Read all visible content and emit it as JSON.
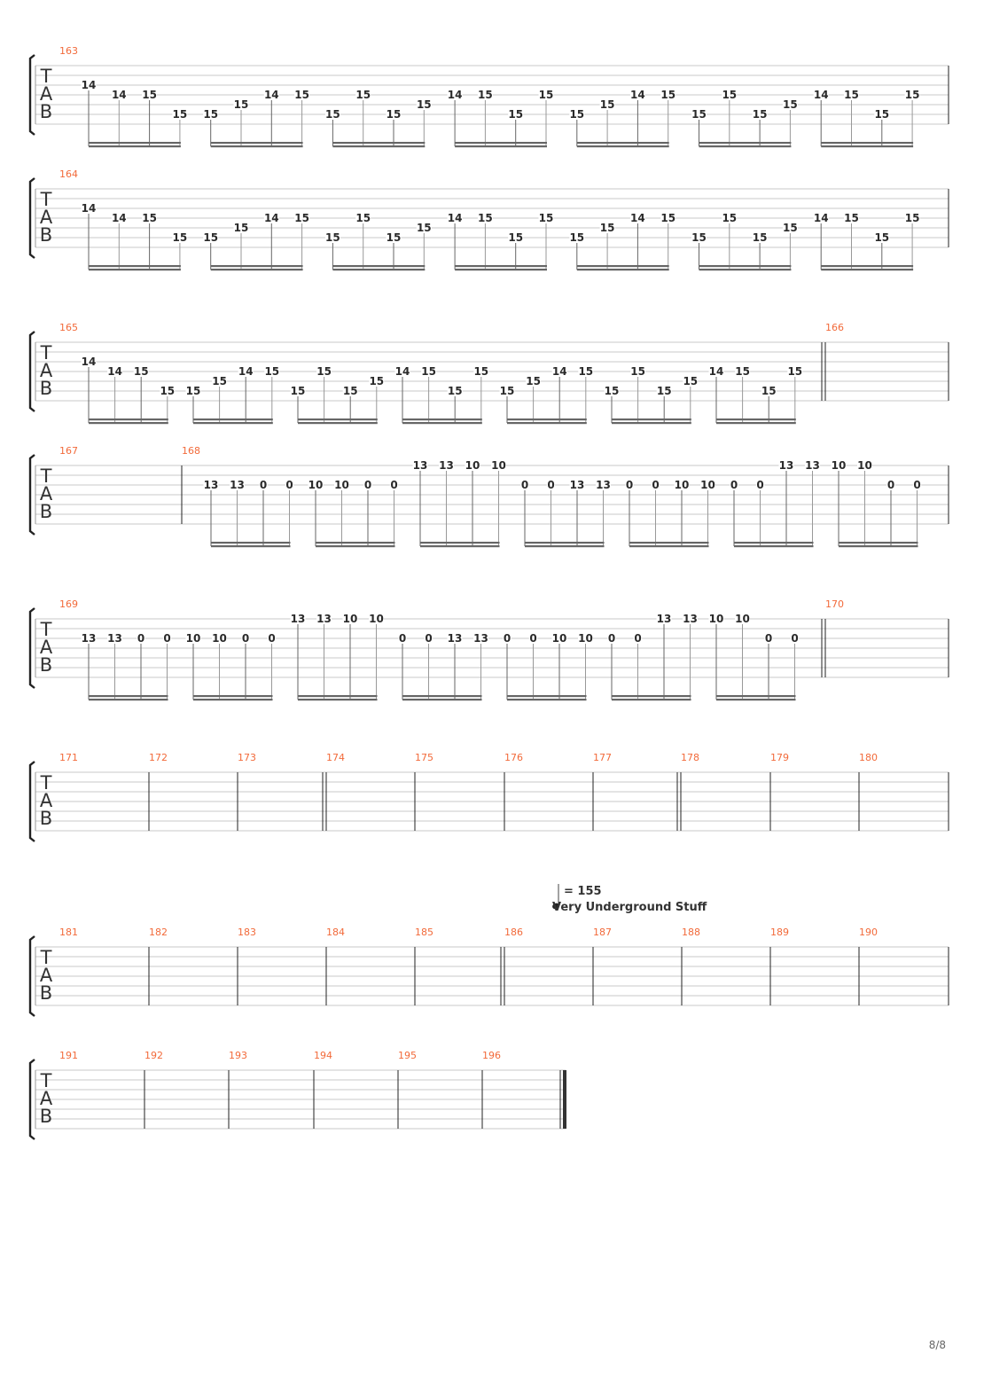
{
  "page": {
    "number_label": "8/8"
  },
  "colors": {
    "measure_number": "#f26a3a",
    "staff_line": "#c8c8c8",
    "barline": "#222222",
    "note_text": "#2a2a2a",
    "beam": "#666666"
  },
  "tab_clef": [
    "T",
    "A",
    "B"
  ],
  "tempo": {
    "symbol": "quarter-note-icon",
    "text": "= 155",
    "section": "Very Underground Stuff"
  },
  "systems": [
    {
      "measures": [
        {
          "number": "163",
          "type": "notes"
        }
      ],
      "groups": [
        [
          [
            "14",
            3
          ],
          [
            "14",
            4
          ],
          [
            "15",
            4
          ],
          [
            "15",
            6
          ]
        ],
        [
          [
            "15",
            6
          ],
          [
            "15",
            5
          ],
          [
            "14",
            4
          ],
          [
            "15",
            4
          ]
        ],
        [
          [
            "15",
            6
          ],
          [
            "15",
            4
          ],
          [
            "15",
            6
          ],
          [
            "15",
            5
          ]
        ],
        [
          [
            "14",
            4
          ],
          [
            "15",
            4
          ],
          [
            "15",
            6
          ],
          [
            "15",
            4
          ]
        ],
        [
          [
            "15",
            6
          ],
          [
            "15",
            5
          ],
          [
            "14",
            4
          ],
          [
            "15",
            4
          ]
        ],
        [
          [
            "15",
            6
          ],
          [
            "15",
            4
          ],
          [
            "15",
            6
          ],
          [
            "15",
            5
          ]
        ],
        [
          [
            "14",
            4
          ],
          [
            "15",
            4
          ],
          [
            "15",
            6
          ],
          [
            "15",
            4
          ]
        ]
      ]
    },
    {
      "measures": [
        {
          "number": "164",
          "type": "notes"
        }
      ],
      "groups": [
        [
          [
            "14",
            3
          ],
          [
            "14",
            4
          ],
          [
            "15",
            4
          ],
          [
            "15",
            6
          ]
        ],
        [
          [
            "15",
            6
          ],
          [
            "15",
            5
          ],
          [
            "14",
            4
          ],
          [
            "15",
            4
          ]
        ],
        [
          [
            "15",
            6
          ],
          [
            "15",
            4
          ],
          [
            "15",
            6
          ],
          [
            "15",
            5
          ]
        ],
        [
          [
            "14",
            4
          ],
          [
            "15",
            4
          ],
          [
            "15",
            6
          ],
          [
            "15",
            4
          ]
        ],
        [
          [
            "15",
            6
          ],
          [
            "15",
            5
          ],
          [
            "14",
            4
          ],
          [
            "15",
            4
          ]
        ],
        [
          [
            "15",
            6
          ],
          [
            "15",
            4
          ],
          [
            "15",
            6
          ],
          [
            "15",
            5
          ]
        ],
        [
          [
            "14",
            4
          ],
          [
            "15",
            4
          ],
          [
            "15",
            6
          ],
          [
            "15",
            4
          ]
        ]
      ]
    },
    {
      "measures": [
        {
          "number": "165",
          "type": "notes"
        },
        {
          "number": "166",
          "type": "empty"
        }
      ],
      "groups": [
        [
          [
            "14",
            3
          ],
          [
            "14",
            4
          ],
          [
            "15",
            4
          ],
          [
            "15",
            6
          ]
        ],
        [
          [
            "15",
            6
          ],
          [
            "15",
            5
          ],
          [
            "14",
            4
          ],
          [
            "15",
            4
          ]
        ],
        [
          [
            "15",
            6
          ],
          [
            "15",
            4
          ],
          [
            "15",
            6
          ],
          [
            "15",
            5
          ]
        ],
        [
          [
            "14",
            4
          ],
          [
            "15",
            4
          ],
          [
            "15",
            6
          ],
          [
            "15",
            4
          ]
        ],
        [
          [
            "15",
            6
          ],
          [
            "15",
            5
          ],
          [
            "14",
            4
          ],
          [
            "15",
            4
          ]
        ],
        [
          [
            "15",
            6
          ],
          [
            "15",
            4
          ],
          [
            "15",
            6
          ],
          [
            "15",
            5
          ]
        ],
        [
          [
            "14",
            4
          ],
          [
            "15",
            4
          ],
          [
            "15",
            6
          ],
          [
            "15",
            4
          ]
        ]
      ]
    },
    {
      "measures": [
        {
          "number": "167",
          "type": "empty"
        },
        {
          "number": "168",
          "type": "notes"
        }
      ],
      "groups": [
        [
          [
            "13",
            3
          ],
          [
            "13",
            3
          ],
          [
            "0",
            3
          ],
          [
            "0",
            3
          ]
        ],
        [
          [
            "10",
            3
          ],
          [
            "10",
            3
          ],
          [
            "0",
            3
          ],
          [
            "0",
            3
          ]
        ],
        [
          [
            "13",
            1
          ],
          [
            "13",
            1
          ],
          [
            "10",
            1
          ],
          [
            "10",
            1
          ]
        ],
        [
          [
            "0",
            3
          ],
          [
            "0",
            3
          ],
          [
            "13",
            3
          ],
          [
            "13",
            3
          ]
        ],
        [
          [
            "0",
            3
          ],
          [
            "0",
            3
          ],
          [
            "10",
            3
          ],
          [
            "10",
            3
          ]
        ],
        [
          [
            "0",
            3
          ],
          [
            "0",
            3
          ],
          [
            "13",
            1
          ],
          [
            "13",
            1
          ]
        ],
        [
          [
            "10",
            1
          ],
          [
            "10",
            1
          ],
          [
            "0",
            3
          ],
          [
            "0",
            3
          ]
        ]
      ]
    },
    {
      "measures": [
        {
          "number": "169",
          "type": "notes"
        },
        {
          "number": "170",
          "type": "empty"
        }
      ],
      "groups": [
        [
          [
            "13",
            3
          ],
          [
            "13",
            3
          ],
          [
            "0",
            3
          ],
          [
            "0",
            3
          ]
        ],
        [
          [
            "10",
            3
          ],
          [
            "10",
            3
          ],
          [
            "0",
            3
          ],
          [
            "0",
            3
          ]
        ],
        [
          [
            "13",
            1
          ],
          [
            "13",
            1
          ],
          [
            "10",
            1
          ],
          [
            "10",
            1
          ]
        ],
        [
          [
            "0",
            3
          ],
          [
            "0",
            3
          ],
          [
            "13",
            3
          ],
          [
            "13",
            3
          ]
        ],
        [
          [
            "0",
            3
          ],
          [
            "0",
            3
          ],
          [
            "10",
            3
          ],
          [
            "10",
            3
          ]
        ],
        [
          [
            "0",
            3
          ],
          [
            "0",
            3
          ],
          [
            "13",
            1
          ],
          [
            "13",
            1
          ]
        ],
        [
          [
            "10",
            1
          ],
          [
            "10",
            1
          ],
          [
            "0",
            3
          ],
          [
            "0",
            3
          ]
        ]
      ]
    },
    {
      "measures": [
        {
          "number": "171"
        },
        {
          "number": "172"
        },
        {
          "number": "173"
        },
        {
          "number": "174"
        },
        {
          "number": "175"
        },
        {
          "number": "176"
        },
        {
          "number": "177"
        },
        {
          "number": "178"
        },
        {
          "number": "179"
        },
        {
          "number": "180"
        }
      ]
    },
    {
      "measures": [
        {
          "number": "181"
        },
        {
          "number": "182"
        },
        {
          "number": "183"
        },
        {
          "number": "184"
        },
        {
          "number": "185"
        },
        {
          "number": "186"
        },
        {
          "number": "187"
        },
        {
          "number": "188"
        },
        {
          "number": "189"
        },
        {
          "number": "190"
        }
      ]
    },
    {
      "measures": [
        {
          "number": "191"
        },
        {
          "number": "192"
        },
        {
          "number": "193"
        },
        {
          "number": "194"
        },
        {
          "number": "195"
        },
        {
          "number": "196"
        }
      ]
    }
  ]
}
